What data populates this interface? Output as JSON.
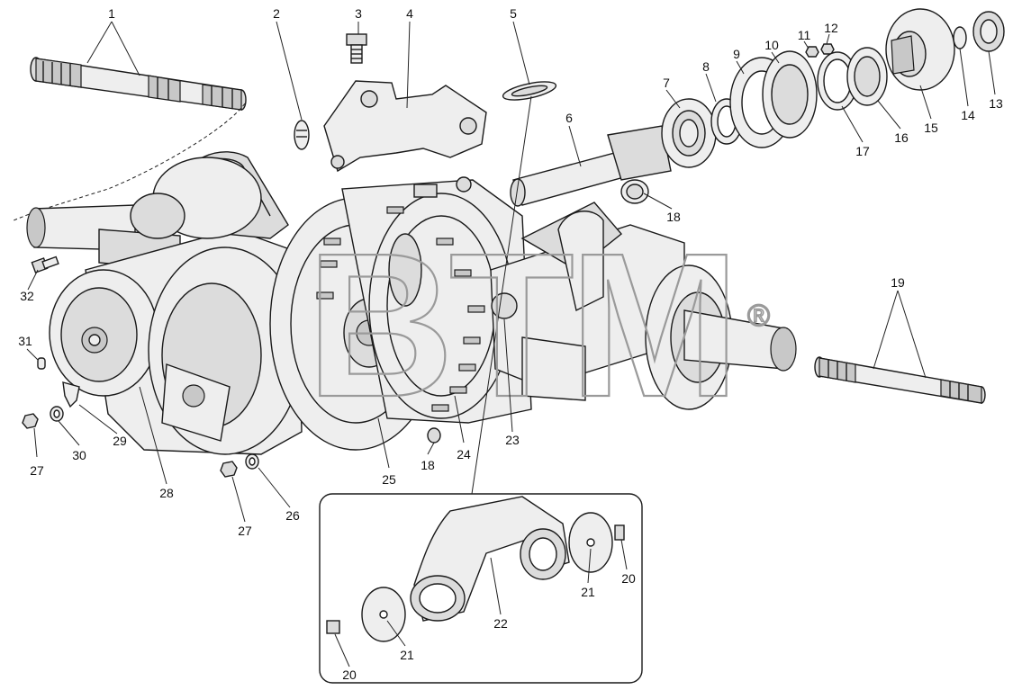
{
  "diagram": {
    "callouts": [
      {
        "id": "c1",
        "label": "1"
      },
      {
        "id": "c2",
        "label": "2"
      },
      {
        "id": "c3",
        "label": "3"
      },
      {
        "id": "c4",
        "label": "4"
      },
      {
        "id": "c5",
        "label": "5"
      },
      {
        "id": "c6",
        "label": "6"
      },
      {
        "id": "c7",
        "label": "7"
      },
      {
        "id": "c8",
        "label": "8"
      },
      {
        "id": "c9",
        "label": "9"
      },
      {
        "id": "c10",
        "label": "10"
      },
      {
        "id": "c11",
        "label": "11"
      },
      {
        "id": "c12",
        "label": "12"
      },
      {
        "id": "c13",
        "label": "13"
      },
      {
        "id": "c14",
        "label": "14"
      },
      {
        "id": "c15",
        "label": "15"
      },
      {
        "id": "c16",
        "label": "16"
      },
      {
        "id": "c17",
        "label": "17"
      },
      {
        "id": "c18a",
        "label": "18"
      },
      {
        "id": "c18b",
        "label": "18"
      },
      {
        "id": "c19",
        "label": "19"
      },
      {
        "id": "c20a",
        "label": "20"
      },
      {
        "id": "c20b",
        "label": "20"
      },
      {
        "id": "c21a",
        "label": "21"
      },
      {
        "id": "c21b",
        "label": "21"
      },
      {
        "id": "c22",
        "label": "22"
      },
      {
        "id": "c23",
        "label": "23"
      },
      {
        "id": "c24",
        "label": "24"
      },
      {
        "id": "c25",
        "label": "25"
      },
      {
        "id": "c26",
        "label": "26"
      },
      {
        "id": "c27a",
        "label": "27"
      },
      {
        "id": "c27b",
        "label": "27"
      },
      {
        "id": "c28",
        "label": "28"
      },
      {
        "id": "c29",
        "label": "29"
      },
      {
        "id": "c30",
        "label": "30"
      },
      {
        "id": "c31",
        "label": "31"
      },
      {
        "id": "c32",
        "label": "32"
      }
    ]
  },
  "watermark": {
    "brand": "BTM",
    "registered": "®",
    "color": "#9a9a9a"
  }
}
